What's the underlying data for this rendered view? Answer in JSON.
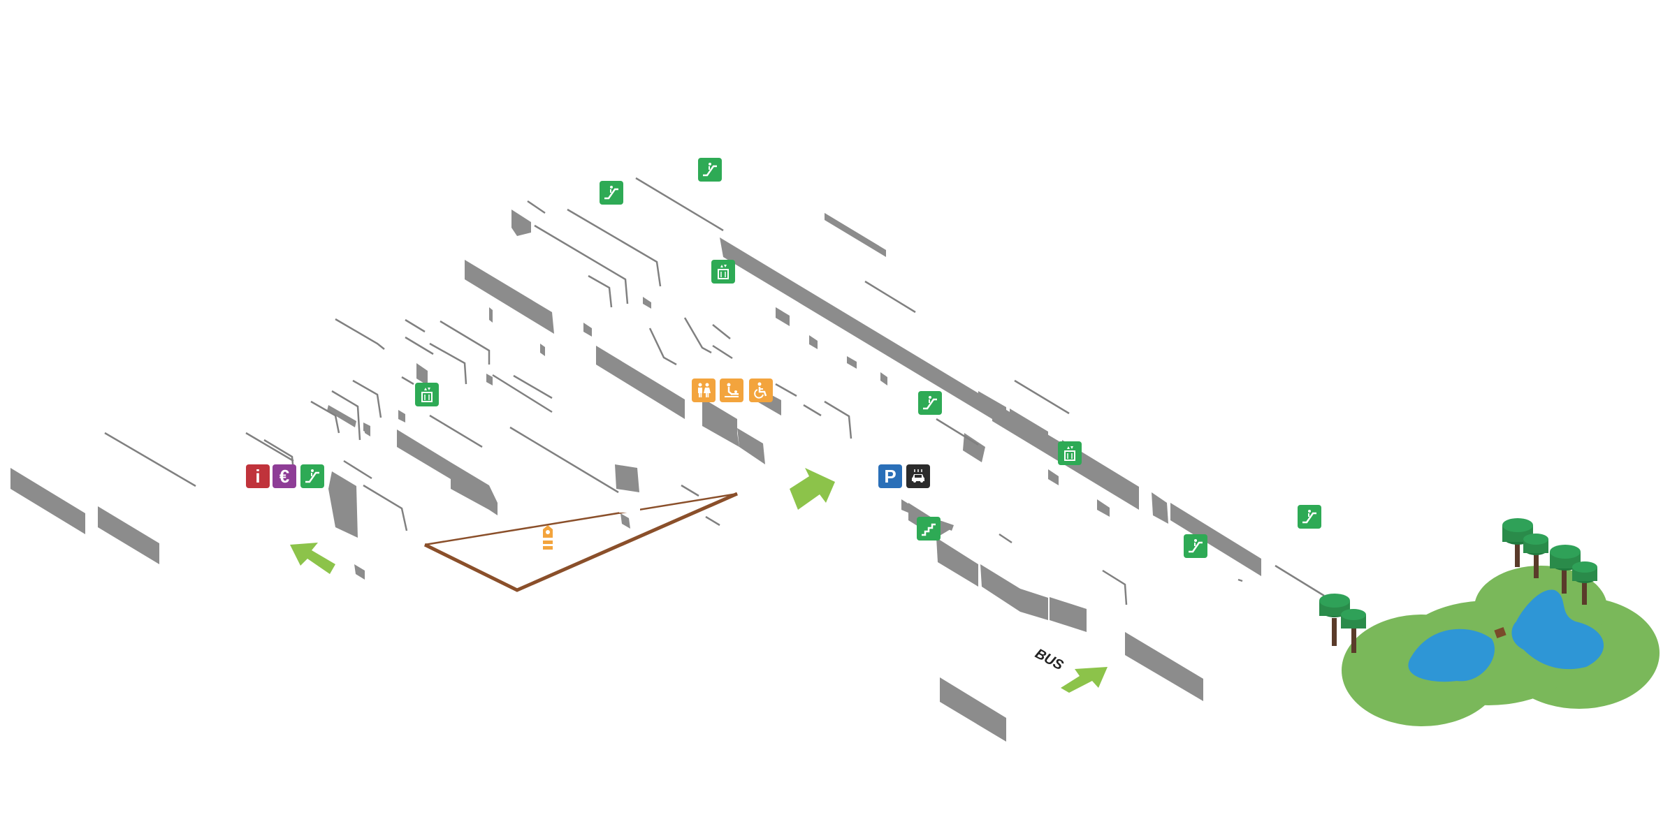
{
  "map": {
    "colors": {
      "wall": "#8c8c8c",
      "wall_line": "#7a7a7a",
      "green_icon": "#2eaa55",
      "red_icon": "#c0333b",
      "purple_icon": "#8e3d96",
      "blue_icon": "#2a6fb8",
      "dark_icon": "#2b2b2b",
      "orange_icon": "#f3a43d",
      "arrow": "#8cc34a",
      "park_grass": "#7ab85a",
      "park_water": "#2e96d6",
      "tree_canopy": "#2a8b4a",
      "tree_trunk": "#5a3b2a",
      "path_brown": "#8a4f2a"
    },
    "pois": [
      {
        "id": "escalator-1",
        "icon": "escalator-icon",
        "color": "green"
      },
      {
        "id": "escalator-2",
        "icon": "escalator-icon",
        "color": "green"
      },
      {
        "id": "elevator-1",
        "icon": "elevator-icon",
        "color": "green"
      },
      {
        "id": "elevator-2",
        "icon": "elevator-icon",
        "color": "green"
      },
      {
        "id": "toilets",
        "icon": "toilets-icon",
        "color": "orange"
      },
      {
        "id": "baby-change",
        "icon": "baby-change-icon",
        "color": "orange"
      },
      {
        "id": "accessible",
        "icon": "wheelchair-icon",
        "color": "orange"
      },
      {
        "id": "escalator-3",
        "icon": "escalator-icon",
        "color": "green"
      },
      {
        "id": "info",
        "icon": "info-icon",
        "color": "red",
        "label": "i"
      },
      {
        "id": "currency-exchange",
        "icon": "euro-icon",
        "color": "purple",
        "label": "€"
      },
      {
        "id": "escalator-4",
        "icon": "escalator-icon",
        "color": "green"
      },
      {
        "id": "parking",
        "icon": "parking-icon",
        "color": "blue",
        "label": "P"
      },
      {
        "id": "car-wash",
        "icon": "car-wash-icon",
        "color": "dark"
      },
      {
        "id": "elevator-3",
        "icon": "elevator-icon",
        "color": "green"
      },
      {
        "id": "stairs",
        "icon": "stairs-icon",
        "color": "green"
      },
      {
        "id": "escalator-5",
        "icon": "escalator-icon",
        "color": "green"
      },
      {
        "id": "escalator-6",
        "icon": "escalator-icon",
        "color": "green"
      },
      {
        "id": "you-are-here",
        "icon": "location-marker-icon",
        "color": "orange"
      }
    ],
    "labels": {
      "bus": "BUS"
    }
  }
}
